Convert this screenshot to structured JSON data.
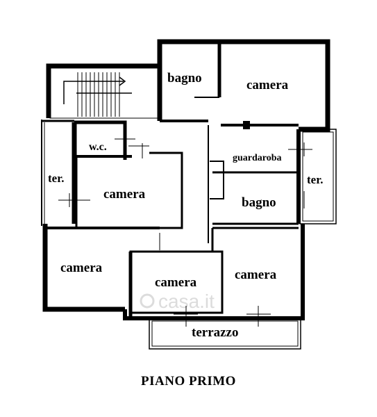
{
  "rooms": {
    "bagno_top": "bagno",
    "camera_top": "camera",
    "wc": "w.c.",
    "guardaroba": "guardaroba",
    "ter_left": "ter.",
    "ter_right": "ter.",
    "camera_mid": "camera",
    "bagno_mid": "bagno",
    "camera_left": "camera",
    "camera_center": "camera",
    "camera_right": "camera",
    "terrazzo": "terrazzo"
  },
  "caption": "PIANO PRIMO",
  "watermark": "casa.it",
  "colors": {
    "wall": "#000000",
    "background": "#ffffff",
    "watermark": "#dcdcdc"
  }
}
